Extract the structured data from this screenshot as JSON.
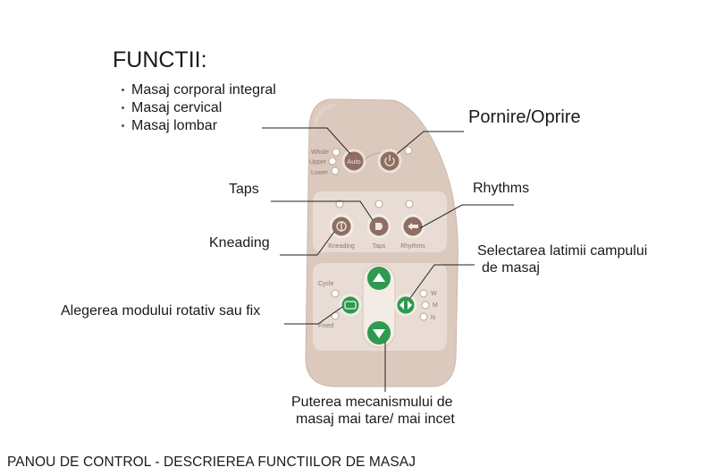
{
  "title": "FUNCTII:",
  "functions": [
    "Masaj corporal integral",
    "Masaj cervical",
    "Masaj lombar"
  ],
  "callouts": {
    "power": "Pornire/Oprire",
    "taps": "Taps",
    "rhythms": "Rhythms",
    "kneading": "Kneading",
    "width_line1": "Selectarea latimii campului",
    "width_line2": "de masaj",
    "rotative": "Alegerea modului rotativ sau fix",
    "strength_line1": "Puterea mecanismului de",
    "strength_line2": "masaj mai tare/ mai incet"
  },
  "panel": {
    "auto_leds": [
      "Whole",
      "Upper",
      "Lower"
    ],
    "auto_button": "Auto",
    "mode_buttons": [
      "Kneading",
      "Taps",
      "Rhythms"
    ],
    "cycle_labels": [
      "Cycle",
      "Fixed"
    ],
    "width_leds": [
      "W",
      "M",
      "N"
    ]
  },
  "icons": {
    "power": "power-icon",
    "auto": "auto-button",
    "up": "up-arrow-icon",
    "down": "down-arrow-icon",
    "width": "left-right-arrows-icon",
    "cycle": "rectangle-icon"
  },
  "colors": {
    "panel": "#dcc9bd",
    "panel_edge": "#cdb6a8",
    "inset": "#e8dcd4",
    "button_brown": "#8e6f62",
    "button_green": "#2f9a4f",
    "line": "#222222"
  },
  "footer": "PANOU DE CONTROL - DESCRIEREA FUNCTIILOR DE MASAJ"
}
